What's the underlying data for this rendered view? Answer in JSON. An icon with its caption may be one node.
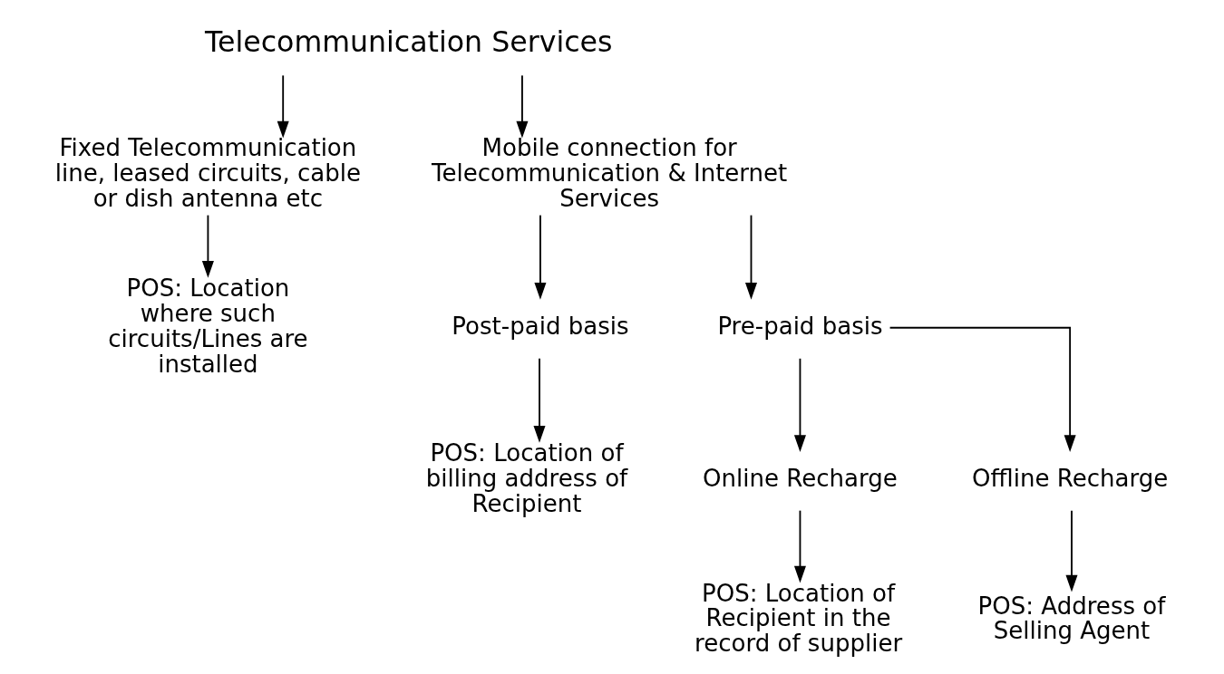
{
  "diagram": {
    "nodes": [
      {
        "text": [
          "Telecommunication Services"
        ]
      },
      {
        "text": [
          "Fixed Telecommunication line, leased circuits, cable or dish antenna etc"
        ]
      },
      {
        "text": [
          "Mobile connection for Telecommunication & Internet Services"
        ]
      },
      {
        "text": [
          "POS: Location where such circuits/Lines are installed"
        ]
      },
      {
        "text": [
          "Post-paid basis"
        ]
      },
      {
        "text": [
          "Pre-paid basis"
        ]
      },
      {
        "text": [
          "POS: Location of billing address of Recipient"
        ]
      },
      {
        "text": [
          "Online Recharge"
        ]
      },
      {
        "text": [
          "Offline Recharge"
        ]
      },
      {
        "text": [
          "POS: Location of Recipient in the record of supplier"
        ]
      },
      {
        "text": [
          "POS: Address of Selling Agent"
        ]
      }
    ],
    "edges": [
      {
        "from": 0,
        "to": 1,
        "arrow": "to"
      },
      {
        "from": 0,
        "to": 2,
        "arrow": "to"
      },
      {
        "from": 1,
        "to": 3,
        "arrow": "to"
      },
      {
        "from": 2,
        "to": 4,
        "arrow": "to"
      },
      {
        "from": 2,
        "to": 5,
        "arrow": "to"
      },
      {
        "from": 4,
        "to": 6,
        "arrow": "to"
      },
      {
        "from": 5,
        "to": 7,
        "arrow": "to"
      },
      {
        "from": 5,
        "to": 8,
        "arrow": "to"
      },
      {
        "from": 7,
        "to": 9,
        "arrow": "to"
      },
      {
        "from": 8,
        "to": 10,
        "arrow": "to"
      }
    ]
  }
}
